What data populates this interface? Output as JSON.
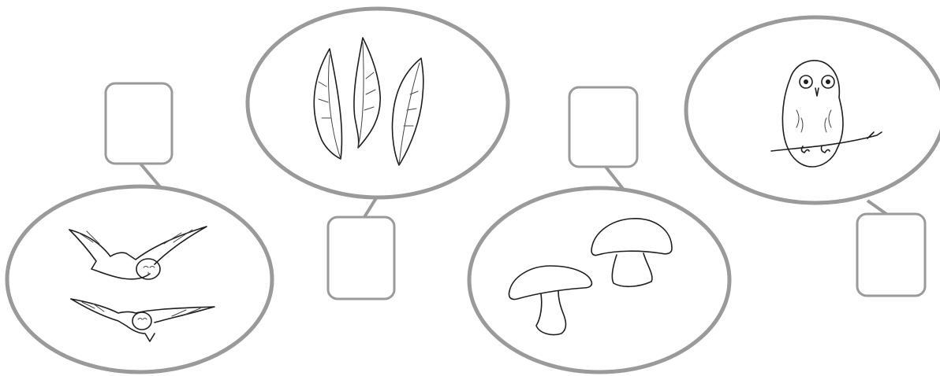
{
  "colors": {
    "outline": "#9a9a9a",
    "ink": "#1e1e1e",
    "background": "#ffffff"
  },
  "pictures": [
    {
      "id": "flying-owls",
      "icon": "flying-owls-drawing"
    },
    {
      "id": "leaves",
      "icon": "leaves-drawing"
    },
    {
      "id": "mushrooms",
      "icon": "mushrooms-drawing"
    },
    {
      "id": "perched-owl",
      "icon": "perched-owl-drawing"
    }
  ],
  "answer_boxes": [
    {
      "for": "flying-owls",
      "value": ""
    },
    {
      "for": "leaves",
      "value": ""
    },
    {
      "for": "mushrooms",
      "value": ""
    },
    {
      "for": "perched-owl",
      "value": ""
    }
  ]
}
